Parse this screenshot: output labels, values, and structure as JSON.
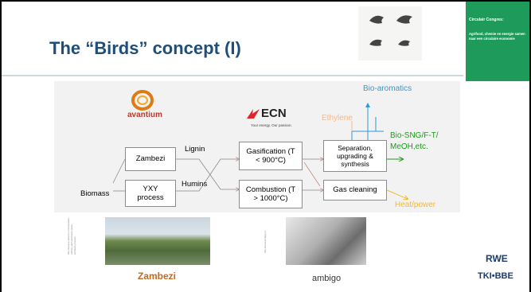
{
  "slide": {
    "title": "The “Birds” concept (I)"
  },
  "sidebar": {
    "title": "Circulair Congres:",
    "subtitle": "Agrifood, chemie en energie samen naar een circulaire economie"
  },
  "diagram": {
    "input": "Biomass",
    "zambezi": "Zambezi",
    "yxy": "YXY process",
    "lignin": "Lignin",
    "humins": "Humins",
    "gasification": "Gasification (T < 900°C)",
    "combustion": "Combustion (T > 1000°C)",
    "separation": "Separation, upgrading & synthesis",
    "gas_cleaning": "Gas cleaning",
    "out_aromatics": "Bio-aromatics",
    "out_ethylene": "Ethylene",
    "out_sng": "Bio-SNG/F-T/ MeOH,etc.",
    "out_heat": "Heat/power",
    "colors": {
      "aromatics": "#2e9bd6",
      "ethylene": "#f5b88a",
      "sng": "#1e9a1e",
      "heat": "#f5b82e",
      "arrow": "#c88a7a"
    }
  },
  "logos": {
    "avantium": "avantium",
    "ecn": "ECN",
    "ecn_tagline": "Your energy. Our passion.",
    "zambezi": "Zambezi",
    "ambigo": "ambigo",
    "rwe": "RWE",
    "tki": "TKI•BBE"
  },
  "notes": {
    "left": "http://www.avantium.com/news/bio-refinery-demonstration-plant-zambezi-process",
    "mid": "http://www.ambigo.nl"
  },
  "icons": {
    "bird_heads": "finch-beaks-illustration",
    "avantium_logo": "sun-ring-icon",
    "ecn_logo": "flame-icon"
  }
}
